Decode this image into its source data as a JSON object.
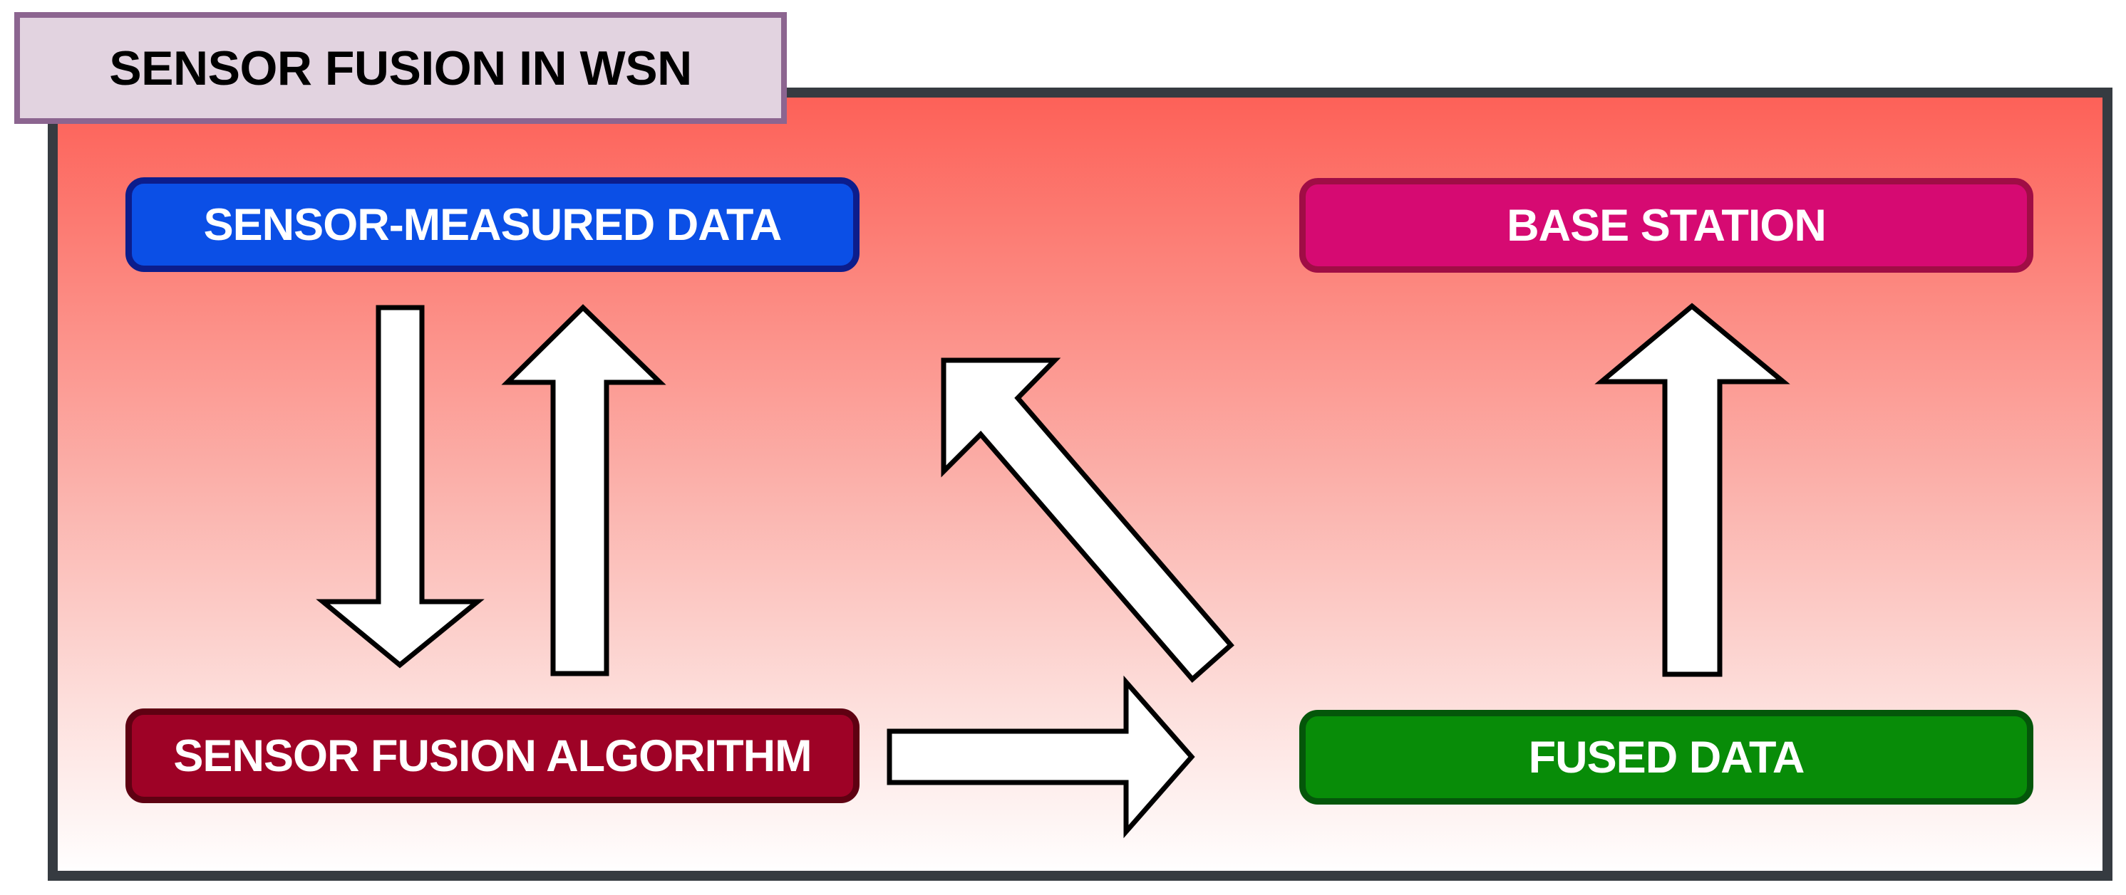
{
  "title": {
    "label": "SENSOR FUSION IN WSN",
    "box_fill": "#e2d3e0",
    "box_border": "#8c6590",
    "text_color": "#000000"
  },
  "canvas": {
    "frame_border_color": "#363b41",
    "gradient_top": "#fd6158",
    "gradient_bottom": "#fffefe"
  },
  "nodes": {
    "sensor_measured_data": {
      "label": "SENSOR-MEASURED DATA",
      "fill": "#0b4fe6",
      "border": "#0c1d8c",
      "text_color": "#ffffff"
    },
    "base_station": {
      "label": "BASE STATION",
      "fill": "#d60a72",
      "border": "#a00d45",
      "text_color": "#ffffff"
    },
    "sensor_fusion_algorithm": {
      "label": "SENSOR FUSION ALGORITHM",
      "fill": "#9e0226",
      "border": "#5f0112",
      "text_color": "#ffffff"
    },
    "fused_data": {
      "label": "FUSED DATA",
      "fill": "#088c08",
      "border": "#04560a",
      "text_color": "#ffffff"
    }
  },
  "arrows": {
    "fill": "#ffffff",
    "outline": "#000000",
    "items": [
      {
        "name": "sensor-data-to-algorithm",
        "direction": "down"
      },
      {
        "name": "algorithm-to-sensor-data",
        "direction": "up"
      },
      {
        "name": "fused-data-diagonal-feedback",
        "direction": "up-left"
      },
      {
        "name": "algorithm-to-fused-data",
        "direction": "right"
      },
      {
        "name": "fused-data-to-base-station",
        "direction": "up"
      }
    ]
  }
}
